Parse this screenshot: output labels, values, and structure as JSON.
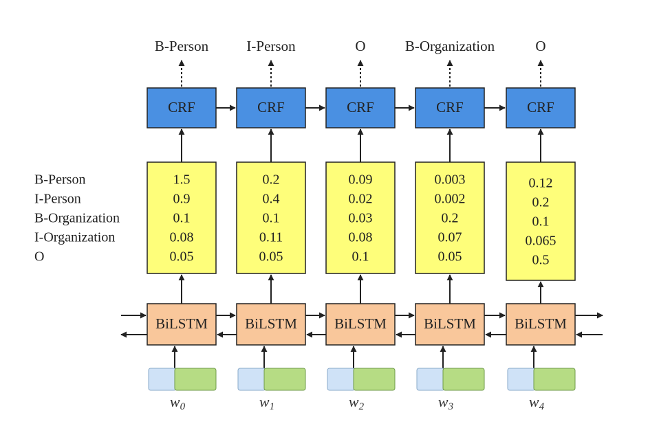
{
  "outputs": [
    "B-Person",
    "I-Person",
    "O",
    "B-Organization",
    "O"
  ],
  "crf_label": "CRF",
  "bilstm_label": "BiLSTM",
  "tag_labels": [
    "B-Person",
    "I-Person",
    "B-Organization",
    "I-Organization",
    "O"
  ],
  "scores": [
    [
      "1.5",
      "0.9",
      "0.1",
      "0.08",
      "0.05"
    ],
    [
      "0.2",
      "0.4",
      "0.1",
      "0.11",
      "0.05"
    ],
    [
      "0.09",
      "0.02",
      "0.03",
      "0.08",
      "0.1"
    ],
    [
      "0.003",
      "0.002",
      "0.2",
      "0.07",
      "0.05"
    ],
    [
      "0.12",
      "0.2",
      "0.1",
      "0.065",
      "0.5"
    ]
  ],
  "words": [
    {
      "base": "w",
      "sub": "0"
    },
    {
      "base": "w",
      "sub": "1"
    },
    {
      "base": "w",
      "sub": "2"
    },
    {
      "base": "w",
      "sub": "3"
    },
    {
      "base": "w",
      "sub": "4"
    }
  ],
  "colors": {
    "crf_fill": "#4a90e2",
    "score_fill": "#fefe7a",
    "bilstm_fill": "#f9c79b",
    "embed_left": "#cfe2f7",
    "embed_right": "#b6dc84",
    "stroke": "#222222"
  }
}
